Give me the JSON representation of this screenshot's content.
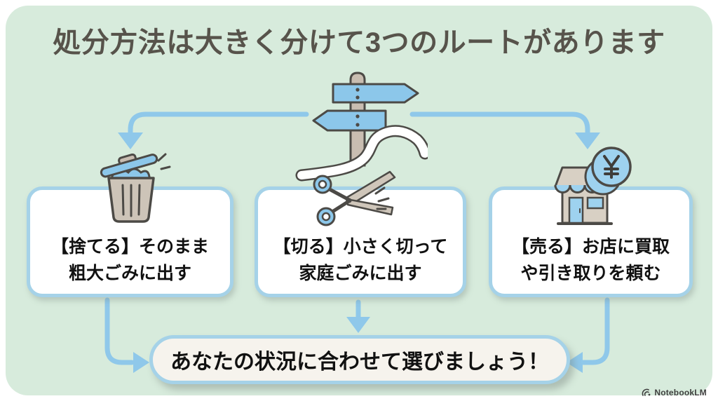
{
  "title": "処分方法は大きく分けて3つのルートがあります",
  "routes": [
    {
      "icon": "trash-can-icon",
      "line1": "【捨てる】そのまま",
      "line2": "粗大ごみに出す"
    },
    {
      "icon": "scissors-icon",
      "line1": "【切る】小さく切って",
      "line2": "家庭ごみに出す"
    },
    {
      "icon": "storefront-yen-icon",
      "line1": "【売る】お店に買取",
      "line2": "や引き取りを頼む"
    }
  ],
  "conclusion": "あなたの状況に合わせて選びましょう！",
  "watermark": {
    "label": "NotebookLM"
  },
  "colors": {
    "panel_background": "#d7ebdc",
    "arrow_blue": "#8fc8ea",
    "box_border_blue": "#a5d2e8",
    "icon_blue": "#8cc7ea",
    "icon_tan": "#cfc6ba",
    "outline_dark": "#4c4a46",
    "title_text": "#57534b",
    "body_text": "#111111",
    "pill_background": "#f6f3ed"
  }
}
